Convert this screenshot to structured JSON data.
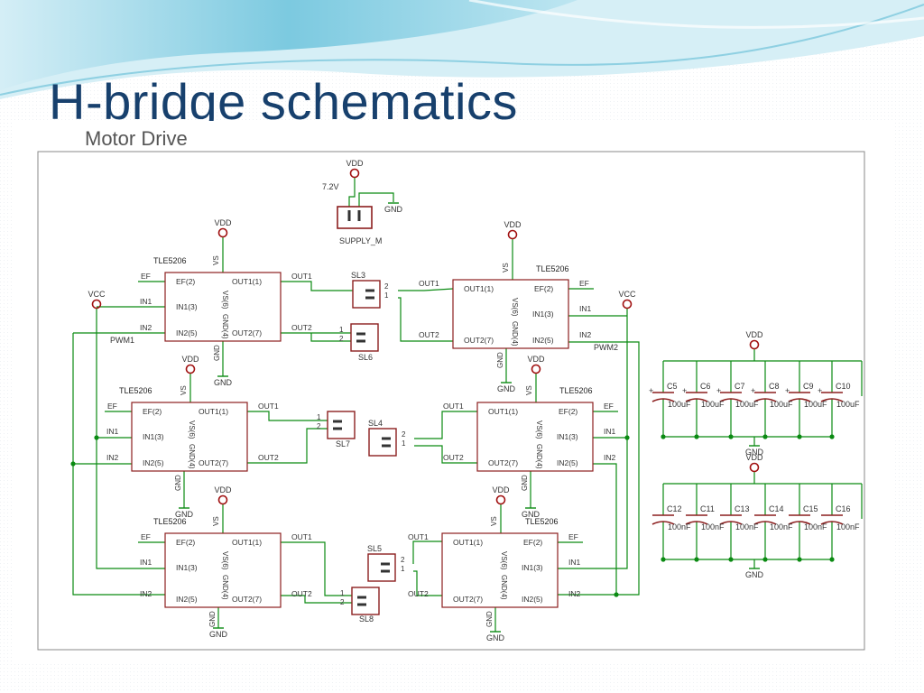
{
  "slide": {
    "title": "H-bridge schematics",
    "figure_heading": "Motor Drive",
    "colors": {
      "title": "#17406d",
      "wave_light": "#bfe6f2",
      "wave_mid": "#72c4dd",
      "wire": "#0a8a12",
      "component": "#8c1e1e",
      "text": "#333333",
      "node": "#a01010"
    }
  },
  "supply": {
    "vdd": "VDD",
    "voltage": "7.2V",
    "gnd": "GND",
    "name": "SUPPLY_M"
  },
  "drivers": [
    {
      "part": "TLE5206",
      "vdd": "VDD",
      "gnd": "GND",
      "pins": {
        "ef": "EF(2)",
        "in1": "IN1(3)",
        "in2": "IN2(5)",
        "out1": "OUT1(1)",
        "out2": "OUT2(7)",
        "vs": "VS(6)",
        "gndp": "GND(4)",
        "vs_top": "VS",
        "gnd_bot": "GND"
      },
      "nets": {
        "ef": "EF",
        "in1": "IN1",
        "in2": "IN2",
        "out1": "OUT1",
        "out2": "OUT2"
      }
    },
    {
      "part": "TLE5206",
      "vdd": "VDD",
      "gnd": "GND",
      "pins": {
        "ef": "EF(2)",
        "in1": "IN1(3)",
        "in2": "IN2(5)",
        "out1": "OUT1(1)",
        "out2": "OUT2(7)",
        "vs": "VS(6)",
        "gndp": "GND(4)",
        "vs_top": "VS",
        "gnd_bot": "GND"
      },
      "nets": {
        "ef": "EF",
        "in1": "IN1",
        "in2": "IN2",
        "out1": "OUT1",
        "out2": "OUT2"
      }
    },
    {
      "part": "TLE5206",
      "vdd": "VDD",
      "gnd": "GND",
      "pins": {
        "ef": "EF(2)",
        "in1": "IN1(3)",
        "in2": "IN2(5)",
        "out1": "OUT1(1)",
        "out2": "OUT2(7)",
        "vs": "VS(6)",
        "gndp": "GND(4)",
        "vs_top": "VS",
        "gnd_bot": "GND"
      },
      "nets": {
        "ef": "EF",
        "in1": "IN1",
        "in2": "IN2",
        "out1": "OUT1",
        "out2": "OUT2"
      }
    },
    {
      "part": "TLE5206",
      "vdd": "VDD",
      "gnd": "GND",
      "pins": {
        "ef": "EF(2)",
        "in1": "IN1(3)",
        "in2": "IN2(5)",
        "out1": "OUT1(1)",
        "out2": "OUT2(7)",
        "vs": "VS(6)",
        "gndp": "GND(4)",
        "vs_top": "VS",
        "gnd_bot": "GND"
      },
      "nets": {
        "ef": "EF",
        "in1": "IN1",
        "in2": "IN2",
        "out1": "OUT1",
        "out2": "OUT2"
      }
    },
    {
      "part": "TLE5206",
      "vdd": "VDD",
      "gnd": "GND",
      "pins": {
        "ef": "EF(2)",
        "in1": "IN1(3)",
        "in2": "IN2(5)",
        "out1": "OUT1(1)",
        "out2": "OUT2(7)",
        "vs": "VS(6)",
        "gndp": "GND(4)",
        "vs_top": "VS",
        "gnd_bot": "GND"
      },
      "nets": {
        "ef": "EF",
        "in1": "IN1",
        "in2": "IN2",
        "out1": "OUT1",
        "out2": "OUT2"
      }
    },
    {
      "part": "TLE5206",
      "vdd": "VDD",
      "gnd": "GND",
      "pins": {
        "ef": "EF(2)",
        "in1": "IN1(3)",
        "in2": "IN2(5)",
        "out1": "OUT1(1)",
        "out2": "OUT2(7)",
        "vs": "VS(6)",
        "gndp": "GND(4)",
        "vs_top": "VS",
        "gnd_bot": "GND"
      },
      "nets": {
        "ef": "EF",
        "in1": "IN1",
        "in2": "IN2",
        "out1": "OUT1",
        "out2": "OUT2"
      }
    }
  ],
  "connectors": {
    "sl3": {
      "name": "SL3",
      "pin1": "1",
      "pin2": "2"
    },
    "sl6": {
      "name": "SL6",
      "pin1": "1",
      "pin2": "2"
    },
    "sl7": {
      "name": "SL7",
      "pin1": "1",
      "pin2": "2"
    },
    "sl4": {
      "name": "SL4",
      "pin1": "1",
      "pin2": "2"
    },
    "sl5": {
      "name": "SL5",
      "pin1": "1",
      "pin2": "2"
    },
    "sl8": {
      "name": "SL8",
      "pin1": "1",
      "pin2": "2"
    }
  },
  "signals": {
    "vcc_left": "VCC",
    "vcc_right": "VCC",
    "pwm1": "PWM1",
    "pwm2": "PWM2",
    "gnd_shared": "GND"
  },
  "capacitors": {
    "bank1": {
      "vdd": "VDD",
      "gnd": "GND",
      "items": [
        {
          "ref": "C5",
          "value": "100uF"
        },
        {
          "ref": "C6",
          "value": "100uF"
        },
        {
          "ref": "C7",
          "value": "100uF"
        },
        {
          "ref": "C8",
          "value": "100uF"
        },
        {
          "ref": "C9",
          "value": "100uF"
        },
        {
          "ref": "C10",
          "value": "100uF"
        }
      ]
    },
    "bank2": {
      "vdd": "VDD",
      "gnd": "GND",
      "items": [
        {
          "ref": "C12",
          "value": "100nF"
        },
        {
          "ref": "C11",
          "value": "100nF"
        },
        {
          "ref": "C13",
          "value": "100nF"
        },
        {
          "ref": "C14",
          "value": "100nF"
        },
        {
          "ref": "C15",
          "value": "100nF"
        },
        {
          "ref": "C16",
          "value": "100nF"
        }
      ]
    }
  }
}
